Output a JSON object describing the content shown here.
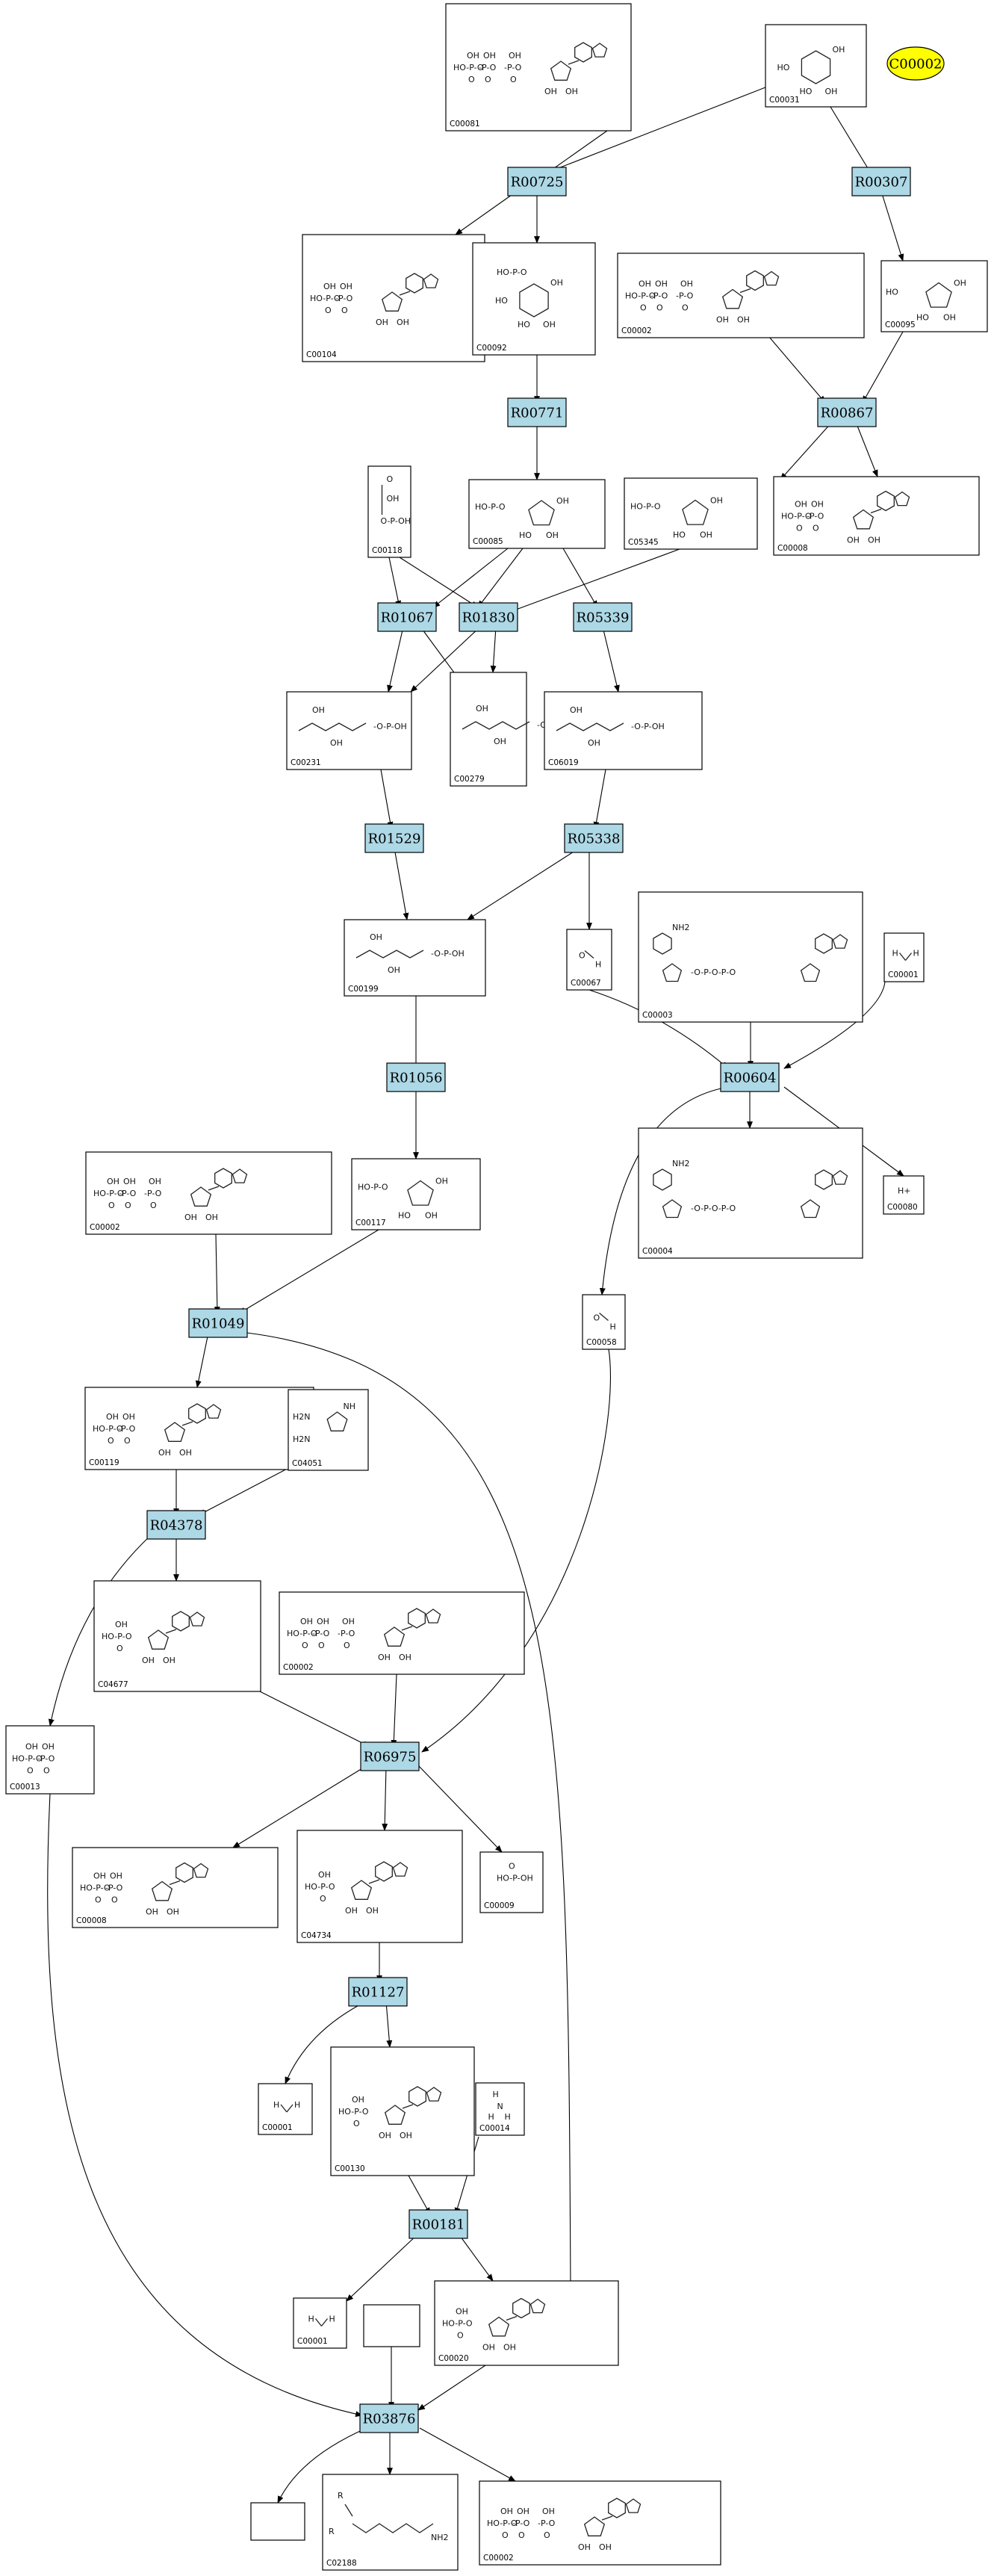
{
  "marker": {
    "label": "C00002",
    "color": "#ffff00"
  },
  "colors": {
    "reaction_fill": "#add8e6",
    "compound_fill": "#ffffff",
    "line": "#000000"
  },
  "reactions": [
    {
      "id": "R00725"
    },
    {
      "id": "R00307"
    },
    {
      "id": "R00771"
    },
    {
      "id": "R00867"
    },
    {
      "id": "R01067"
    },
    {
      "id": "R01830"
    },
    {
      "id": "R05339"
    },
    {
      "id": "R01529"
    },
    {
      "id": "R05338"
    },
    {
      "id": "R00604"
    },
    {
      "id": "R01056"
    },
    {
      "id": "R01049"
    },
    {
      "id": "R04378"
    },
    {
      "id": "R06975"
    },
    {
      "id": "R01127"
    },
    {
      "id": "R00181"
    },
    {
      "id": "R03876"
    }
  ],
  "compounds": [
    {
      "id": "C00081",
      "glyph": "nucleotide-triphosphate"
    },
    {
      "id": "C00031",
      "glyph": "hexose-ring"
    },
    {
      "id": "C00104",
      "glyph": "nucleotide-diphosphate"
    },
    {
      "id": "C00092",
      "glyph": "hexose-phosphate"
    },
    {
      "id": "C00002",
      "glyph": "nucleotide-triphosphate"
    },
    {
      "id": "C00095",
      "glyph": "furanose"
    },
    {
      "id": "C00085",
      "glyph": "furanose-phosphate"
    },
    {
      "id": "C00118",
      "glyph": "triose-phosphate"
    },
    {
      "id": "C05345",
      "glyph": "furanose-phosphate"
    },
    {
      "id": "C00008",
      "glyph": "nucleotide-diphosphate"
    },
    {
      "id": "C00231",
      "glyph": "sugar-chain-phosphate"
    },
    {
      "id": "C00279",
      "glyph": "sugar-chain-phosphate"
    },
    {
      "id": "C06019",
      "glyph": "sugar-chain-phosphate"
    },
    {
      "id": "C00199",
      "glyph": "sugar-chain-phosphate"
    },
    {
      "id": "C00067",
      "glyph": "small-molecule"
    },
    {
      "id": "C00003",
      "glyph": "dinucleotide"
    },
    {
      "id": "C00001",
      "glyph": "water"
    },
    {
      "id": "C00002",
      "glyph": "nucleotide-triphosphate"
    },
    {
      "id": "C00117",
      "glyph": "furanose-phosphate"
    },
    {
      "id": "C00004",
      "glyph": "dinucleotide"
    },
    {
      "id": "C00080",
      "glyph": "proton"
    },
    {
      "id": "C00058",
      "glyph": "small-molecule"
    },
    {
      "id": "C00119",
      "glyph": "nucleotide-diphosphate"
    },
    {
      "id": "C04051",
      "glyph": "imidazole"
    },
    {
      "id": "C04677",
      "glyph": "nucleotide-monophosphate"
    },
    {
      "id": "C00002",
      "glyph": "nucleotide-triphosphate"
    },
    {
      "id": "C00013",
      "glyph": "diphosphate"
    },
    {
      "id": "C00008",
      "glyph": "nucleotide-diphosphate"
    },
    {
      "id": "C04734",
      "glyph": "nucleotide-monophosphate"
    },
    {
      "id": "C00009",
      "glyph": "phosphate"
    },
    {
      "id": "C00001",
      "glyph": "water"
    },
    {
      "id": "C00130",
      "glyph": "nucleotide-monophosphate"
    },
    {
      "id": "C00014",
      "glyph": "ammonia"
    },
    {
      "id": "C00001",
      "glyph": "water"
    },
    {
      "id": "",
      "glyph": "empty"
    },
    {
      "id": "C00020",
      "glyph": "nucleotide-monophosphate"
    },
    {
      "id": "",
      "glyph": "empty"
    },
    {
      "id": "C02188",
      "glyph": "lysine-chain"
    },
    {
      "id": "C00002",
      "glyph": "nucleotide-triphosphate"
    }
  ]
}
